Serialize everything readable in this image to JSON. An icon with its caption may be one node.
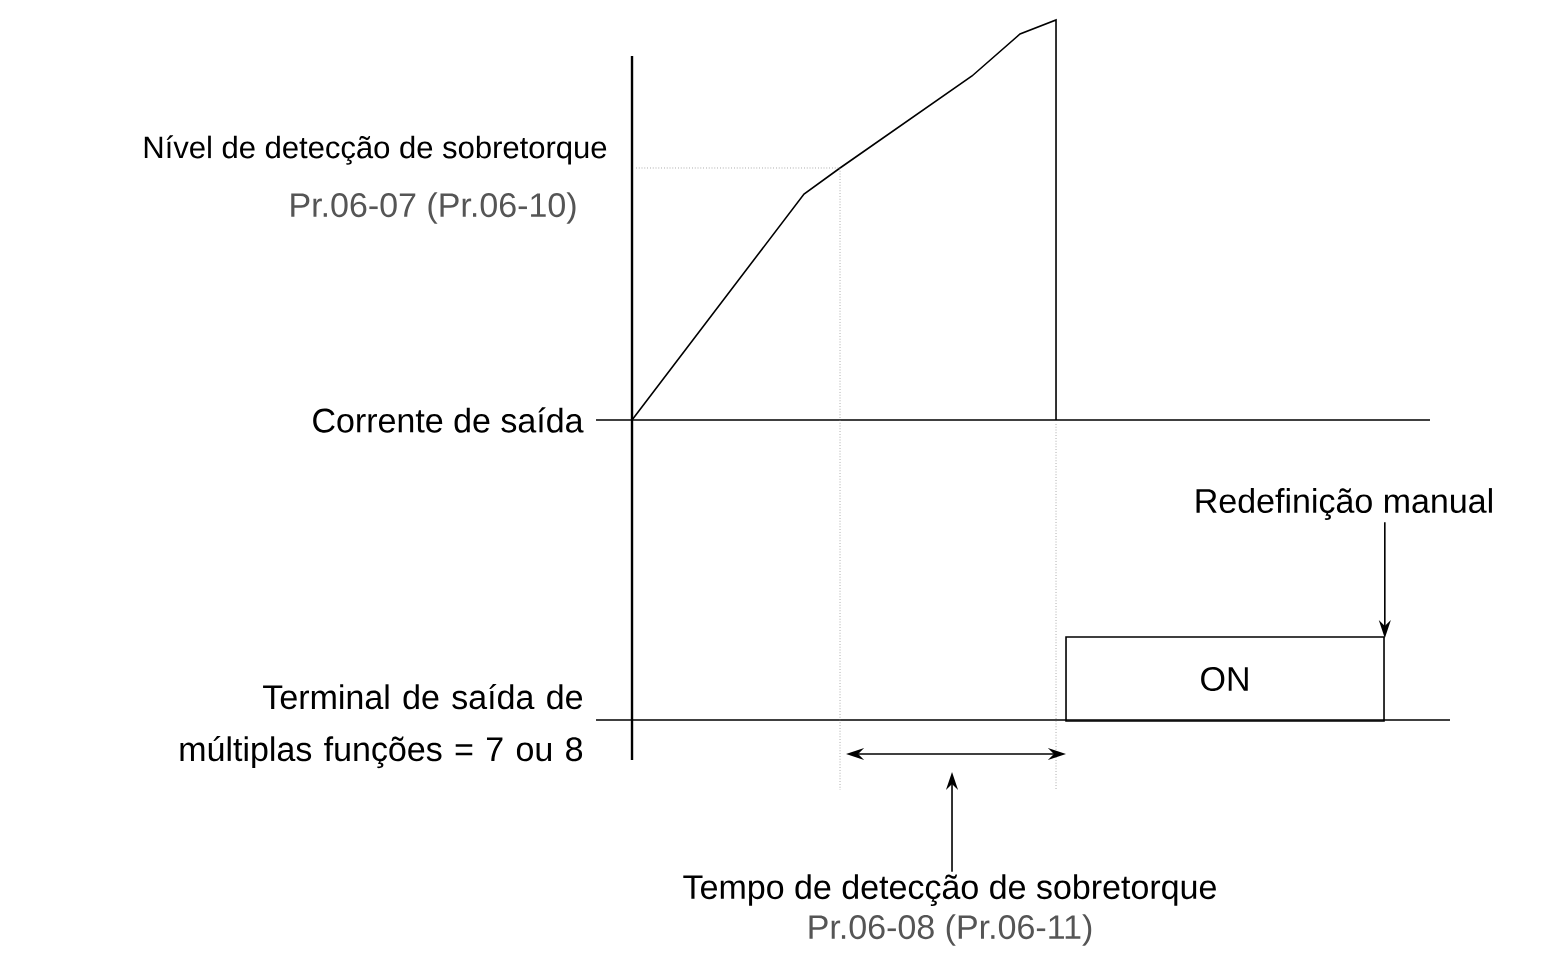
{
  "diagram": {
    "nodes": [
      {
        "text": [
          "ON"
        ]
      },
      {
        "text": [
          "Redefinição manual"
        ]
      },
      {
        "text": [
          "Tempo de detecção de sobretorque",
          "Pr.06-08 (Pr.06-11)"
        ]
      }
    ],
    "edges": [
      {
        "from": 1,
        "to": 0,
        "arrow": "to"
      },
      {
        "from": 2,
        "to": null,
        "arrow": "to"
      }
    ],
    "labels": [
      "Nível de detecção de sobretorque",
      "Pr.06-07 (Pr.06-10)",
      "Corrente de saída",
      "Terminal de saída de múltiplas funções = 7 ou 8"
    ]
  }
}
